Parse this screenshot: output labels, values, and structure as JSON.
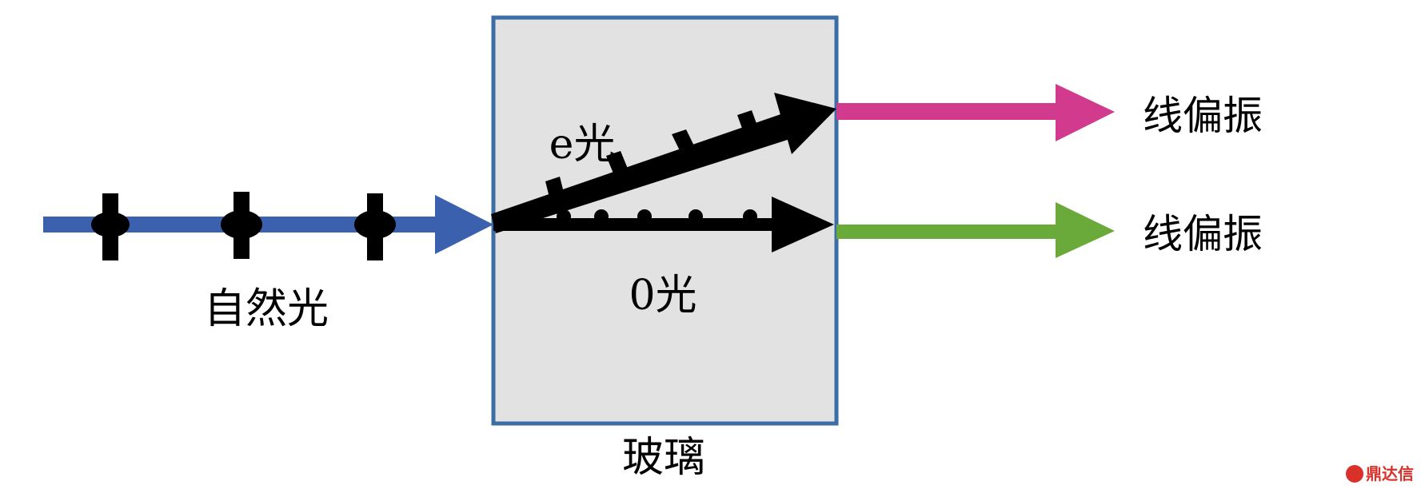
{
  "labels": {
    "natural_light": "自然光",
    "e_ray": "e光",
    "o_ray": "0光",
    "glass": "玻璃",
    "out_top": "线偏振",
    "out_bottom": "线偏振",
    "watermark": "鼎达信"
  },
  "colors": {
    "incident": "#3b60ae",
    "e_output": "#d23a8e",
    "o_output": "#6aaa3a",
    "glass_fill": "#e2e2e2",
    "glass_border": "#3a6ea5",
    "ray": "#000000",
    "watermark": "#d9302a"
  },
  "icons": {
    "watermark_logo": "seal-logo"
  }
}
